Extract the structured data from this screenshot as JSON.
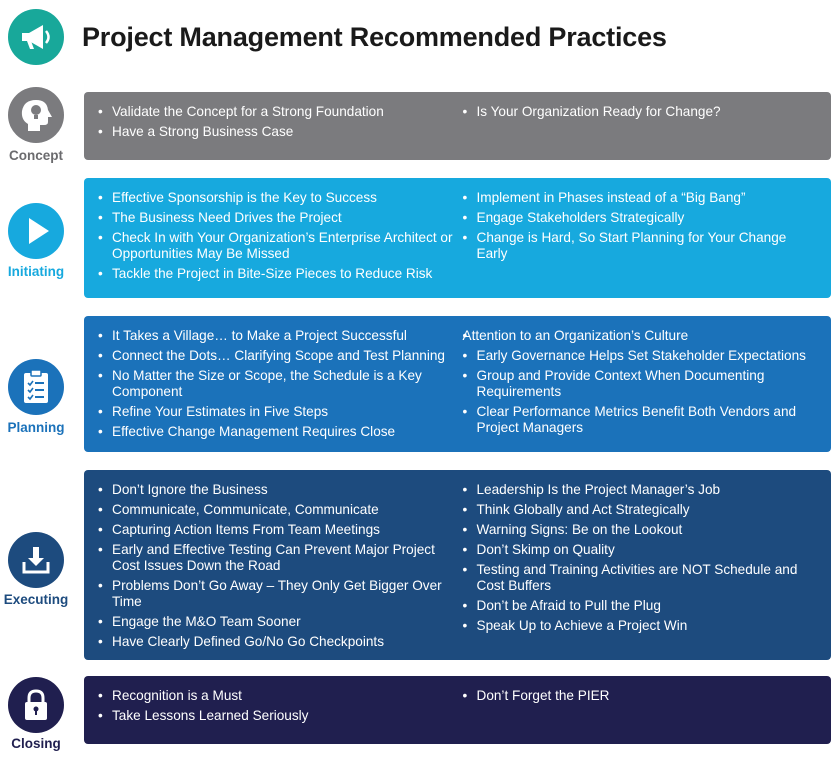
{
  "title": "Project Management Recommended Practices",
  "header_icon": "megaphone-icon",
  "colors": {
    "header_teal": "#18a89a",
    "concept": "#7b7b7e",
    "initiating": "#17a9de",
    "planning": "#1b72ba",
    "executing": "#1d4b7e",
    "closing": "#201f4f"
  },
  "phases": {
    "concept": {
      "label": "Concept",
      "icon": "head-lightbulb-icon",
      "left": [
        "Validate the Concept for a Strong Foundation",
        "Have a Strong Business Case"
      ],
      "right": [
        "Is Your Organization Ready for Change?"
      ]
    },
    "initiating": {
      "label": "Initiating",
      "icon": "play-icon",
      "left": [
        "Effective Sponsorship is the Key to Success",
        "The Business Need Drives the Project",
        "Check In with Your Organization’s Enterprise Architect or Opportunities May Be Missed",
        "Tackle the Project in Bite-Size Pieces to Reduce Risk"
      ],
      "right": [
        "Implement in Phases instead of a “Big Bang”",
        "Engage Stakeholders Strategically",
        "Change is Hard, So Start Planning for Your Change Early"
      ]
    },
    "planning": {
      "label": "Planning",
      "icon": "clipboard-checklist-icon",
      "left": [
        "It Takes a Village… to Make a Project Successful",
        "Connect the Dots… Clarifying Scope and Test Planning",
        "No Matter the Size or Scope, the Schedule is a Key Component",
        "Refine Your Estimates in Five Steps",
        "Effective Change Management Requires Close"
      ],
      "right": [
        "Attention to an Organization’s Culture",
        "Early Governance Helps Set Stakeholder Expectations",
        "Group and Provide Context When Documenting Requirements",
        "Clear Performance Metrics Benefit Both Vendors and Project Managers"
      ]
    },
    "executing": {
      "label": "Executing",
      "icon": "download-tray-icon",
      "left": [
        "Don’t Ignore the Business",
        "Communicate, Communicate, Communicate",
        "Capturing Action Items From Team Meetings",
        "Early and Effective Testing Can Prevent Major Project Cost Issues Down the Road",
        "Problems Don’t Go Away – They Only Get Bigger Over Time",
        "Engage the M&O Team Sooner",
        "Have Clearly Defined Go/No Go Checkpoints"
      ],
      "right": [
        "Leadership Is the Project Manager’s Job",
        "Think Globally and Act Strategically",
        "Warning Signs: Be on the Lookout",
        "Don’t Skimp on Quality",
        "Testing and Training Activities are NOT Schedule and Cost Buffers",
        "Don’t be Afraid to Pull the Plug",
        "Speak Up to Achieve a Project Win"
      ]
    },
    "closing": {
      "label": "Closing",
      "icon": "padlock-icon",
      "left": [
        "Recognition is a Must",
        "Take Lessons Learned Seriously"
      ],
      "right": [
        "Don’t Forget the PIER"
      ]
    }
  }
}
